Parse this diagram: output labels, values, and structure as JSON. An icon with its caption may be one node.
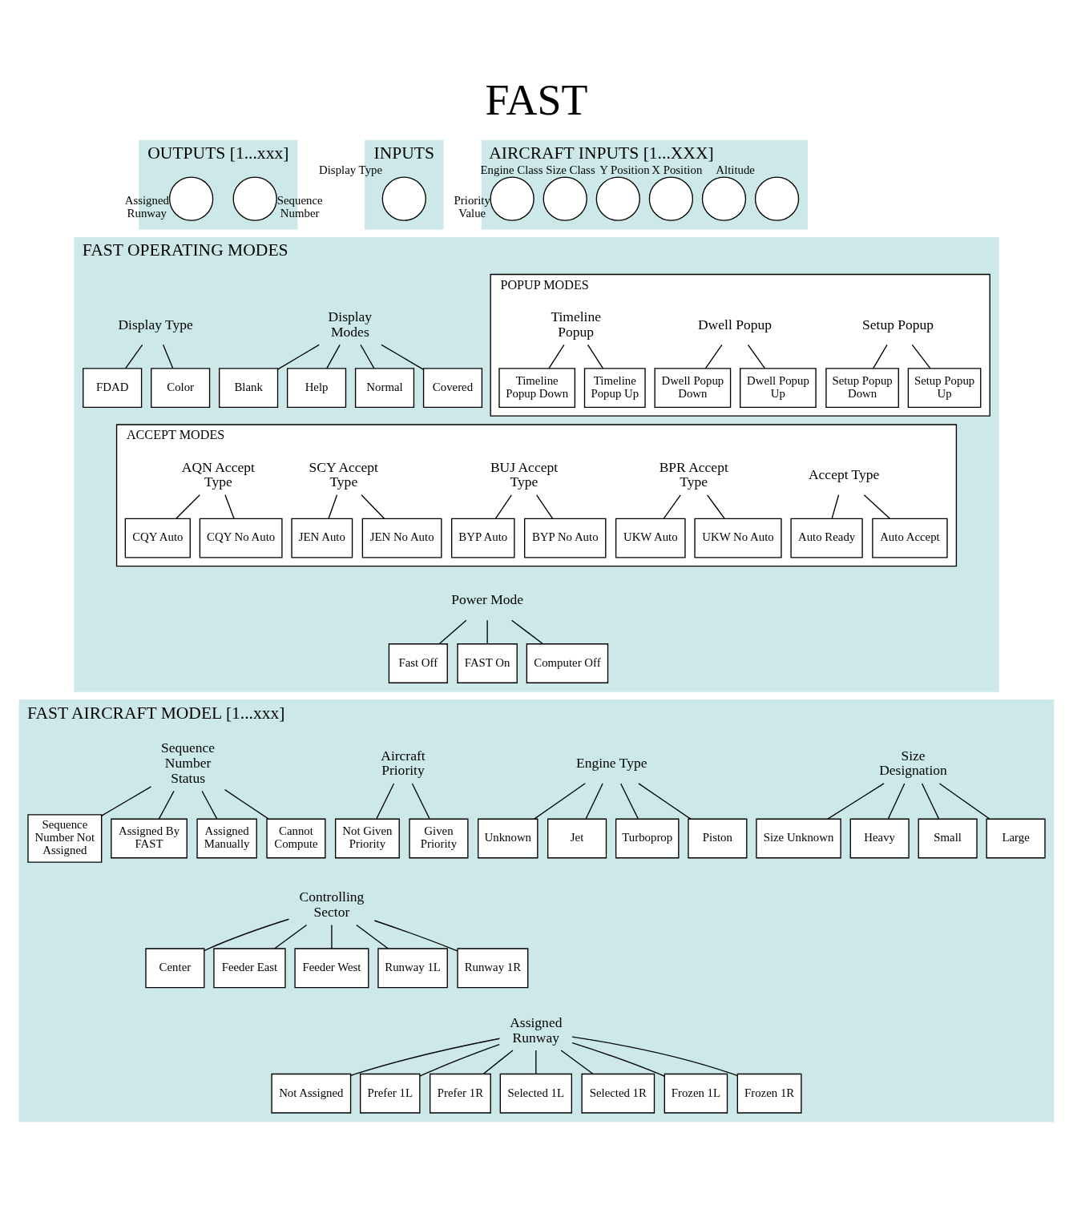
{
  "diagram": {
    "title": "FAST",
    "nodes": [
      {
        "text": [
          "OUTPUTS [1...xxx]"
        ]
      },
      {
        "text": [],
        "shape": "circle",
        "beside": [
          "Sequence Number"
        ],
        "in": 0
      },
      {
        "text": [],
        "shape": "circle",
        "beside": [
          "Assigned Runway"
        ],
        "in": 0
      },
      {
        "text": [
          "INPUTS"
        ]
      },
      {
        "text": [],
        "shape": "circle",
        "beside": [
          "Display Type"
        ],
        "in": 3
      },
      {
        "text": [
          "AIRCRAFT INPUTS [1...XXX]"
        ]
      },
      {
        "text": [],
        "shape": "circle",
        "beside": [
          "Altitude"
        ],
        "in": 5
      },
      {
        "text": [],
        "shape": "circle",
        "beside": [
          "X Position"
        ],
        "in": 5
      },
      {
        "text": [],
        "shape": "circle",
        "beside": [
          "Y Position"
        ],
        "in": 5
      },
      {
        "text": [],
        "shape": "circle",
        "beside": [
          "Size Class"
        ],
        "in": 5
      },
      {
        "text": [],
        "shape": "circle",
        "beside": [
          "Engine Class"
        ],
        "in": 5
      },
      {
        "text": [],
        "shape": "circle",
        "beside": [
          "Priority Value"
        ],
        "in": 5
      },
      {
        "text": [
          "FAST OPERATING MODES"
        ]
      },
      {
        "text": [
          "POPUP MODES"
        ],
        "in": 12
      },
      {
        "text": [
          "Setup Popup"
        ],
        "in": 13
      },
      {
        "text": [
          "Setup Popup Down"
        ],
        "in": 13
      },
      {
        "text": [
          "Setup Popup Up"
        ],
        "in": 13
      },
      {
        "text": [
          "Dwell Popup"
        ],
        "in": 13
      },
      {
        "text": [
          "Dwell Popup Down"
        ],
        "in": 13
      },
      {
        "text": [
          "Dwell Popup Up"
        ],
        "in": 13
      },
      {
        "text": [
          "Timeline Popup"
        ],
        "in": 13
      },
      {
        "text": [
          "Timeline Popup Down"
        ],
        "in": 13
      },
      {
        "text": [
          "Timeline Popup Up"
        ],
        "in": 13
      },
      {
        "text": [
          "ACCEPT MODES"
        ],
        "in": 12
      },
      {
        "text": [
          "Accept Type"
        ],
        "in": 23
      },
      {
        "text": [
          "Auto Ready"
        ],
        "in": 23
      },
      {
        "text": [
          "Auto Accept"
        ],
        "in": 23
      },
      {
        "text": [
          "BPR Accept Type"
        ],
        "in": 23
      },
      {
        "text": [
          "UKW Auto"
        ],
        "in": 23
      },
      {
        "text": [
          "UKW No Auto"
        ],
        "in": 23
      },
      {
        "text": [
          "BUJ Accept Type"
        ],
        "in": 23
      },
      {
        "text": [
          "BYP Auto"
        ],
        "in": 23
      },
      {
        "text": [
          "BYP No Auto"
        ],
        "in": 23
      },
      {
        "text": [
          "SCY Accept Type"
        ],
        "in": 23
      },
      {
        "text": [
          "JEN Auto"
        ],
        "in": 23
      },
      {
        "text": [
          "JEN No Auto"
        ],
        "in": 23
      },
      {
        "text": [
          "AQN Accept Type"
        ],
        "in": 23
      },
      {
        "text": [
          "CQY Auto"
        ],
        "in": 23
      },
      {
        "text": [
          "CQY No Auto"
        ],
        "in": 23
      },
      {
        "text": [
          "Power Mode"
        ],
        "in": 12
      },
      {
        "text": [
          "Fast Off"
        ],
        "in": 12
      },
      {
        "text": [
          "FAST On"
        ],
        "in": 12
      },
      {
        "text": [
          "Computer Off"
        ],
        "in": 12
      },
      {
        "text": [
          "Display Modes"
        ],
        "in": 12
      },
      {
        "text": [
          "Blank"
        ],
        "in": 12
      },
      {
        "text": [
          "Help"
        ],
        "in": 12
      },
      {
        "text": [
          "Normal"
        ],
        "in": 12
      },
      {
        "text": [
          "Covered"
        ],
        "in": 12
      },
      {
        "text": [
          "Display Type"
        ],
        "in": 12
      },
      {
        "text": [
          "FDAD"
        ],
        "in": 12
      },
      {
        "text": [
          "Color"
        ],
        "in": 12
      },
      {
        "text": [
          "FAST AIRCRAFT MODEL [1...xxx]"
        ]
      },
      {
        "text": [
          "Size Designation"
        ],
        "in": 51
      },
      {
        "text": [
          "Size Unknown"
        ],
        "in": 51
      },
      {
        "text": [
          "Heavy"
        ],
        "in": 51
      },
      {
        "text": [
          "Small"
        ],
        "in": 51
      },
      {
        "text": [
          "Large"
        ],
        "in": 51
      },
      {
        "text": [
          "Engine Type"
        ],
        "in": 51
      },
      {
        "text": [
          "Unknown"
        ],
        "in": 51
      },
      {
        "text": [
          "Jet"
        ],
        "in": 51
      },
      {
        "text": [
          "Turboprop"
        ],
        "in": 51
      },
      {
        "text": [
          "Piston"
        ],
        "in": 51
      },
      {
        "text": [
          "Aircraft Priority"
        ],
        "in": 51
      },
      {
        "text": [
          "Not Given Priority"
        ],
        "in": 51
      },
      {
        "text": [
          "Given Priority"
        ],
        "in": 51
      },
      {
        "text": [
          "Controlling Sector"
        ],
        "in": 51
      },
      {
        "text": [
          "Center"
        ],
        "in": 51
      },
      {
        "text": [
          "Feeder East"
        ],
        "in": 51
      },
      {
        "text": [
          "Feeder West"
        ],
        "in": 51
      },
      {
        "text": [
          "Runway 1L"
        ],
        "in": 51
      },
      {
        "text": [
          "Runway 1R"
        ],
        "in": 51
      },
      {
        "text": [
          "Assigned Runway"
        ],
        "in": 51
      },
      {
        "text": [
          "Not Assigned"
        ],
        "in": 51
      },
      {
        "text": [
          "Prefer 1L"
        ],
        "in": 51
      },
      {
        "text": [
          "Prefer 1R"
        ],
        "in": 51
      },
      {
        "text": [
          "Selected 1L"
        ],
        "in": 51
      },
      {
        "text": [
          "Selected 1R"
        ],
        "in": 51
      },
      {
        "text": [
          "Frozen 1L"
        ],
        "in": 51
      },
      {
        "text": [
          "Frozen 1R"
        ],
        "in": 51
      },
      {
        "text": [
          "Sequence Number Status"
        ],
        "in": 51
      },
      {
        "text": [
          "Sequence Number Not Assigned"
        ],
        "in": 51
      },
      {
        "text": [
          "Assigned By FAST"
        ],
        "in": 51
      },
      {
        "text": [
          "Assigned Manually"
        ],
        "in": 51
      },
      {
        "text": [
          "Cannot Compute"
        ],
        "in": 51
      }
    ],
    "edges": [
      {
        "from": 14,
        "to": 15,
        "arrow": "none"
      },
      {
        "from": 14,
        "to": 16,
        "arrow": "none"
      },
      {
        "from": 17,
        "to": 18,
        "arrow": "none"
      },
      {
        "from": 17,
        "to": 19,
        "arrow": "none"
      },
      {
        "from": 20,
        "to": 21,
        "arrow": "none"
      },
      {
        "from": 20,
        "to": 22,
        "arrow": "none"
      },
      {
        "from": 24,
        "to": 25,
        "arrow": "none"
      },
      {
        "from": 24,
        "to": 26,
        "arrow": "none"
      },
      {
        "from": 27,
        "to": 28,
        "arrow": "none"
      },
      {
        "from": 27,
        "to": 29,
        "arrow": "none"
      },
      {
        "from": 30,
        "to": 31,
        "arrow": "none"
      },
      {
        "from": 30,
        "to": 32,
        "arrow": "none"
      },
      {
        "from": 33,
        "to": 34,
        "arrow": "none"
      },
      {
        "from": 33,
        "to": 35,
        "arrow": "none"
      },
      {
        "from": 36,
        "to": 37,
        "arrow": "none"
      },
      {
        "from": 36,
        "to": 38,
        "arrow": "none"
      },
      {
        "from": 39,
        "to": 40,
        "arrow": "none"
      },
      {
        "from": 39,
        "to": 41,
        "arrow": "none"
      },
      {
        "from": 39,
        "to": 42,
        "arrow": "none"
      },
      {
        "from": 43,
        "to": 44,
        "arrow": "none"
      },
      {
        "from": 43,
        "to": 45,
        "arrow": "none"
      },
      {
        "from": 43,
        "to": 46,
        "arrow": "none"
      },
      {
        "from": 43,
        "to": 47,
        "arrow": "none"
      },
      {
        "from": 48,
        "to": 49,
        "arrow": "none"
      },
      {
        "from": 48,
        "to": 50,
        "arrow": "none"
      },
      {
        "from": 52,
        "to": 53,
        "arrow": "none"
      },
      {
        "from": 52,
        "to": 54,
        "arrow": "none"
      },
      {
        "from": 52,
        "to": 55,
        "arrow": "none"
      },
      {
        "from": 52,
        "to": 56,
        "arrow": "none"
      },
      {
        "from": 57,
        "to": 58,
        "arrow": "none"
      },
      {
        "from": 57,
        "to": 59,
        "arrow": "none"
      },
      {
        "from": 57,
        "to": 60,
        "arrow": "none"
      },
      {
        "from": 57,
        "to": 61,
        "arrow": "none"
      },
      {
        "from": 62,
        "to": 63,
        "arrow": "none"
      },
      {
        "from": 62,
        "to": 64,
        "arrow": "none"
      },
      {
        "from": 65,
        "to": 66,
        "arrow": "none"
      },
      {
        "from": 65,
        "to": 67,
        "arrow": "none"
      },
      {
        "from": 65,
        "to": 68,
        "arrow": "none"
      },
      {
        "from": 65,
        "to": 69,
        "arrow": "none"
      },
      {
        "from": 65,
        "to": 70,
        "arrow": "none"
      },
      {
        "from": 71,
        "to": 72,
        "arrow": "none"
      },
      {
        "from": 71,
        "to": 73,
        "arrow": "none"
      },
      {
        "from": 71,
        "to": 74,
        "arrow": "none"
      },
      {
        "from": 71,
        "to": 75,
        "arrow": "none"
      },
      {
        "from": 71,
        "to": 76,
        "arrow": "none"
      },
      {
        "from": 71,
        "to": 77,
        "arrow": "none"
      },
      {
        "from": 71,
        "to": 78,
        "arrow": "none"
      },
      {
        "from": 79,
        "to": 80,
        "arrow": "none"
      },
      {
        "from": 79,
        "to": 81,
        "arrow": "none"
      },
      {
        "from": 79,
        "to": 82,
        "arrow": "none"
      },
      {
        "from": 79,
        "to": 83,
        "arrow": "none"
      }
    ]
  }
}
